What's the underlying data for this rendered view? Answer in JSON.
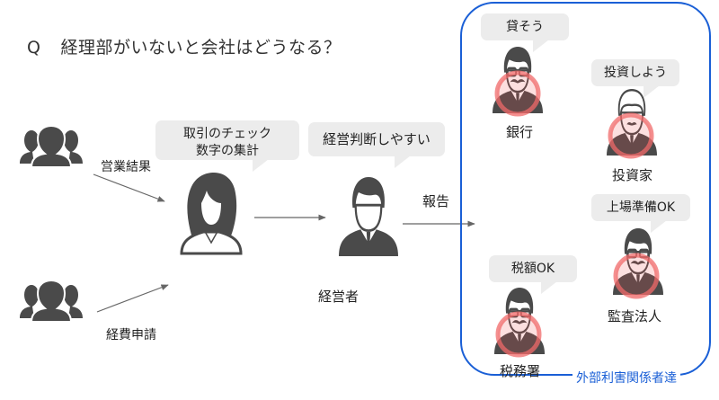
{
  "title": {
    "prefix": "Q",
    "text": "経理部がいないと会社はどうなる？"
  },
  "left_groups": [
    {
      "flow_label": "営業結果",
      "icon": "people-group-icon"
    },
    {
      "flow_label": "経費申請",
      "icon": "people-group-icon"
    }
  ],
  "accountant": {
    "icon": "woman-icon",
    "bubble_line1": "取引のチェック",
    "bubble_line2": "数字の集計"
  },
  "executive": {
    "icon": "businessman-icon",
    "bubble": "経営判断しやすい",
    "label": "経営者",
    "report_label": "報告"
  },
  "stakeholders": {
    "group_label": "外部利害関係者達",
    "border_color": "#1a5fd6",
    "circle_color": "#f06a6a",
    "items": [
      {
        "bubble": "貸そう",
        "label": "銀行",
        "icon": "banker-icon"
      },
      {
        "bubble": "投資しよう",
        "label": "投資家",
        "icon": "investor-icon"
      },
      {
        "bubble": "上場準備OK",
        "label": "監査法人",
        "icon": "auditor-icon"
      },
      {
        "bubble": "税額OK",
        "label": "税務署",
        "icon": "tax-officer-icon"
      }
    ]
  }
}
